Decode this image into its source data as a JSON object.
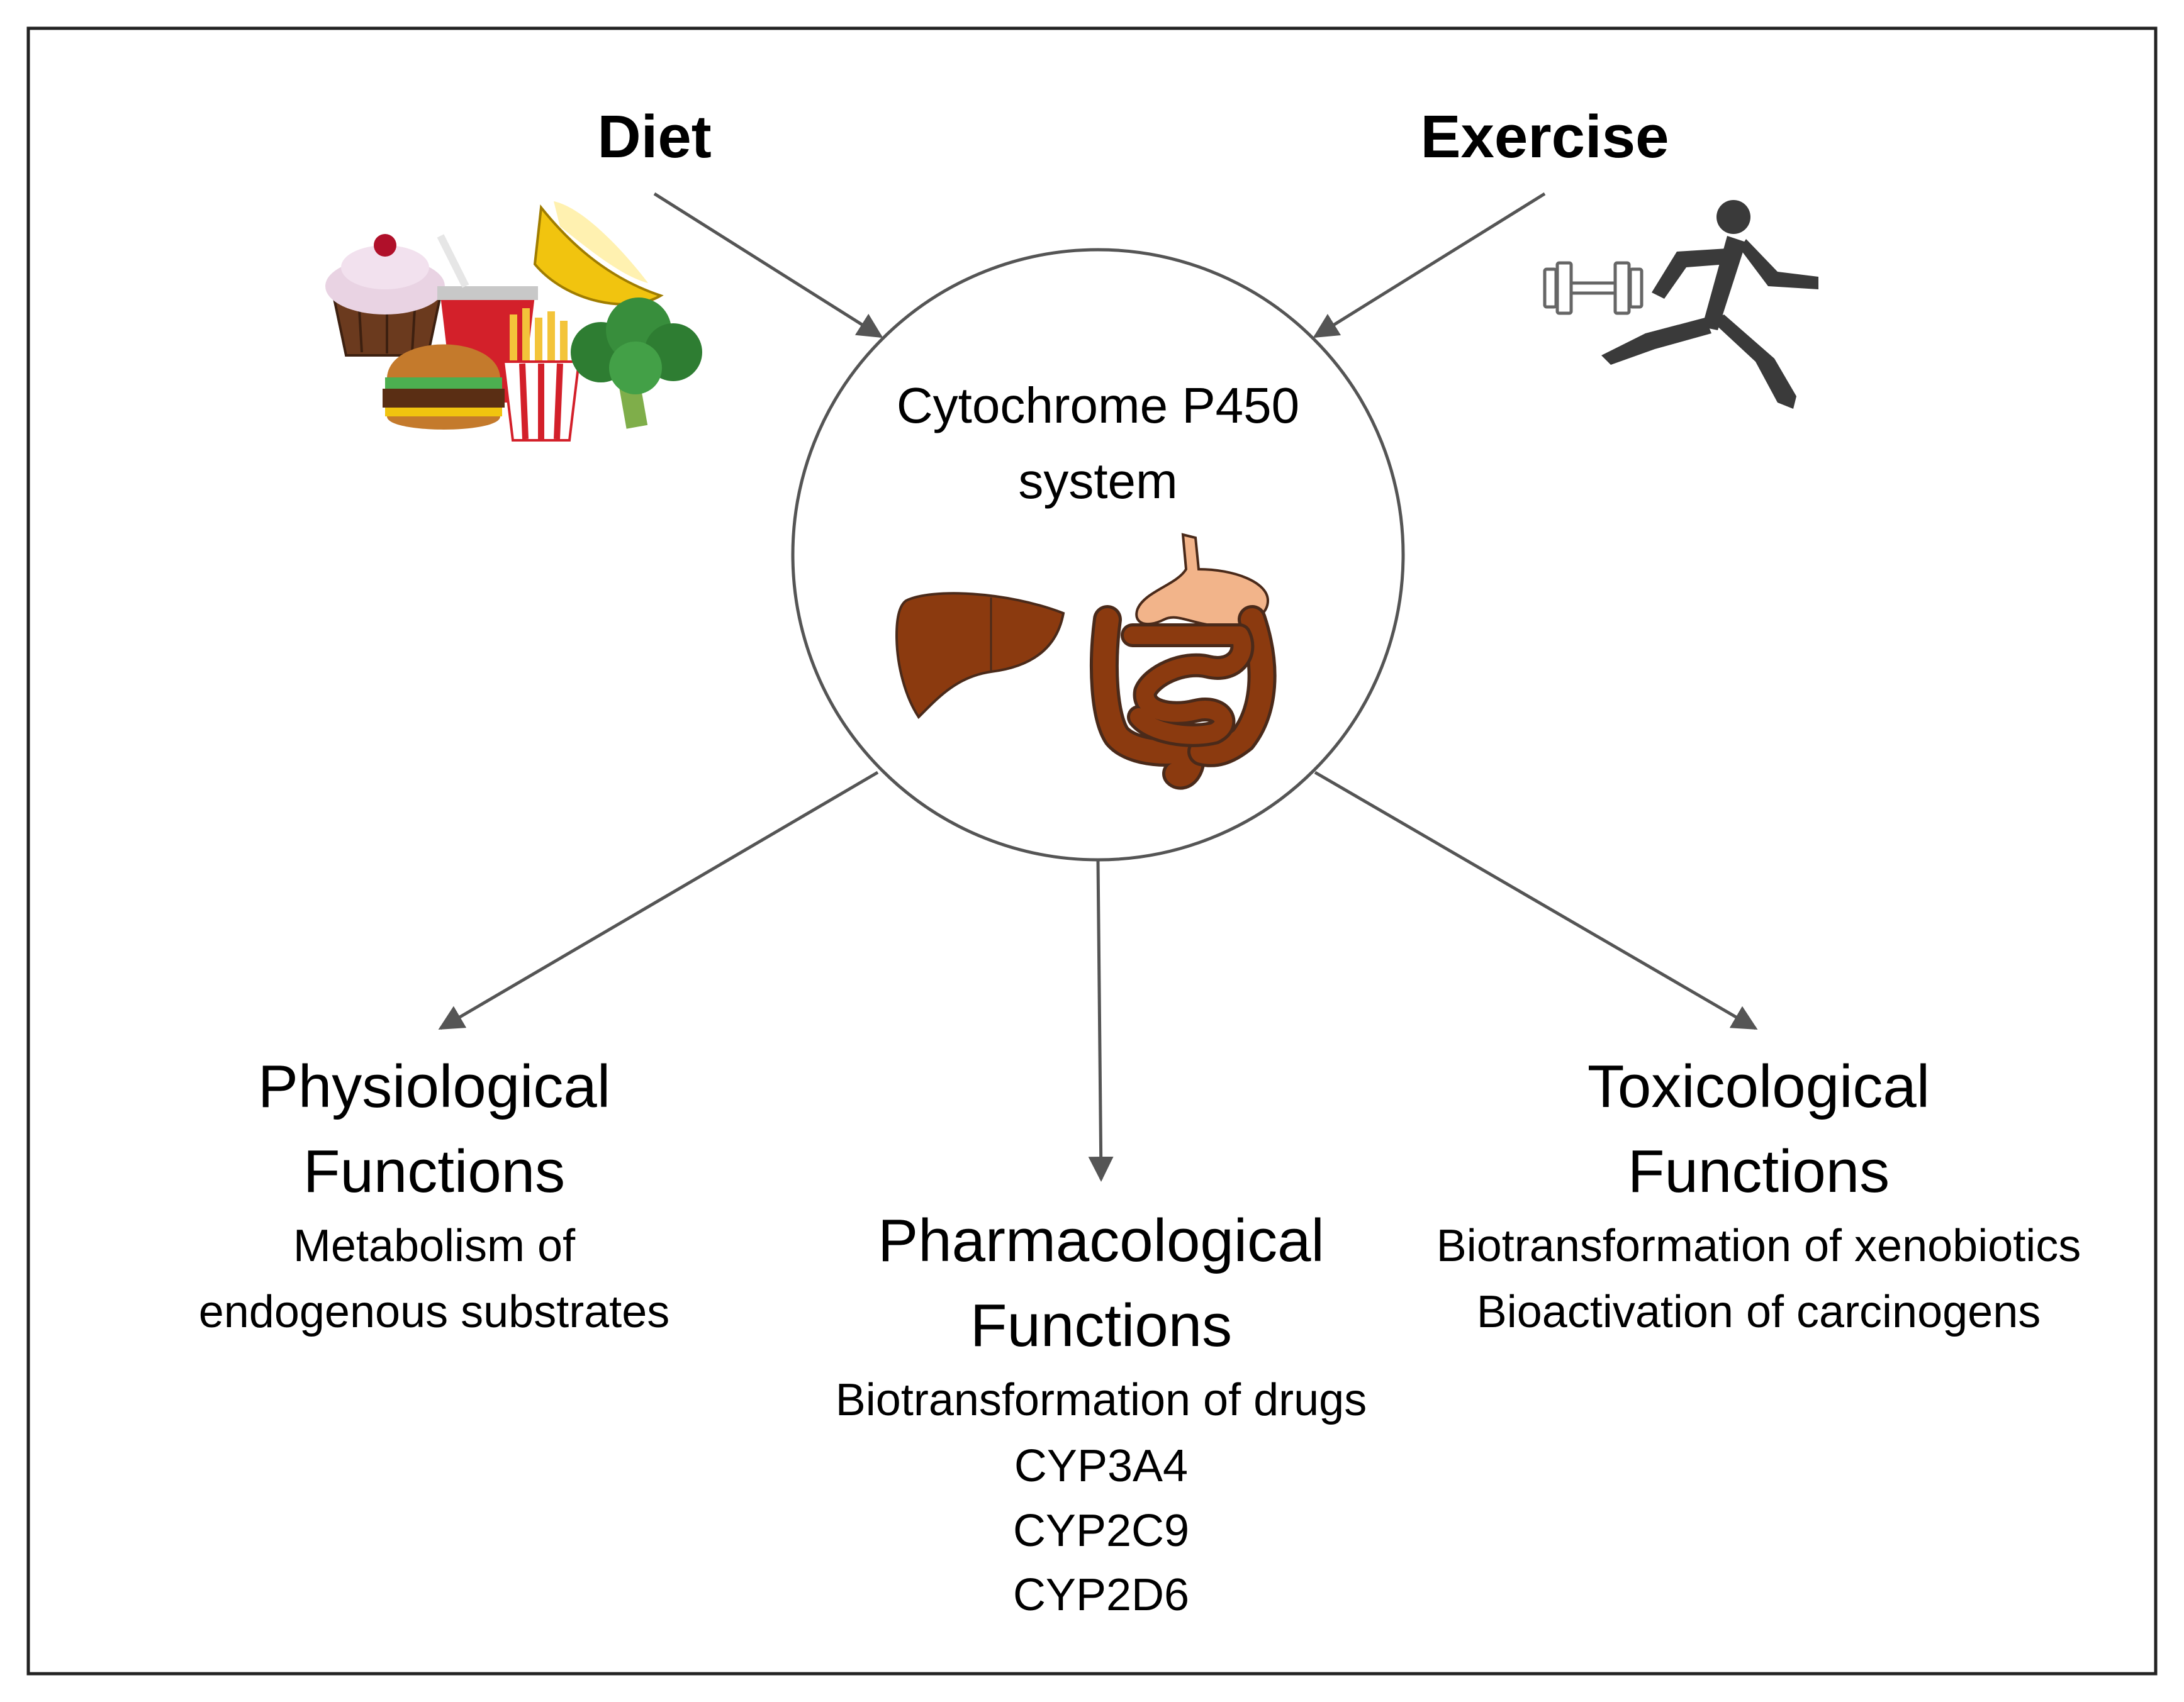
{
  "inputs": {
    "diet": "Diet",
    "exercise": "Exercise"
  },
  "center": {
    "line1": "Cytochrome  P450",
    "line2": "system"
  },
  "outputs": {
    "physiological": {
      "title_line1": "Physiological",
      "title_line2": "Functions",
      "details": [
        "Metabolism of",
        "endogenous substrates"
      ]
    },
    "pharmacological": {
      "title_line1": "Pharmacological",
      "title_line2": "Functions",
      "details": [
        "Biotransformation of drugs",
        "CYP3A4",
        "CYP2C9",
        "CYP2D6"
      ]
    },
    "toxicological": {
      "title_line1": "Toxicological",
      "title_line2": "Functions",
      "details": [
        "Biotransformation of xenobiotics",
        "Bioactivation of carcinogens"
      ]
    }
  },
  "colors": {
    "frame": "#222222",
    "arrow": "#555555",
    "organ_fill": "#8b3a0f",
    "organ_outline": "#4a2a1a",
    "stomach": "#f2b48a",
    "runner": "#3a3a3a"
  },
  "icons": [
    "food-cluster-icon",
    "dumbbell-icon",
    "runner-icon",
    "liver-icon",
    "intestine-icon"
  ]
}
